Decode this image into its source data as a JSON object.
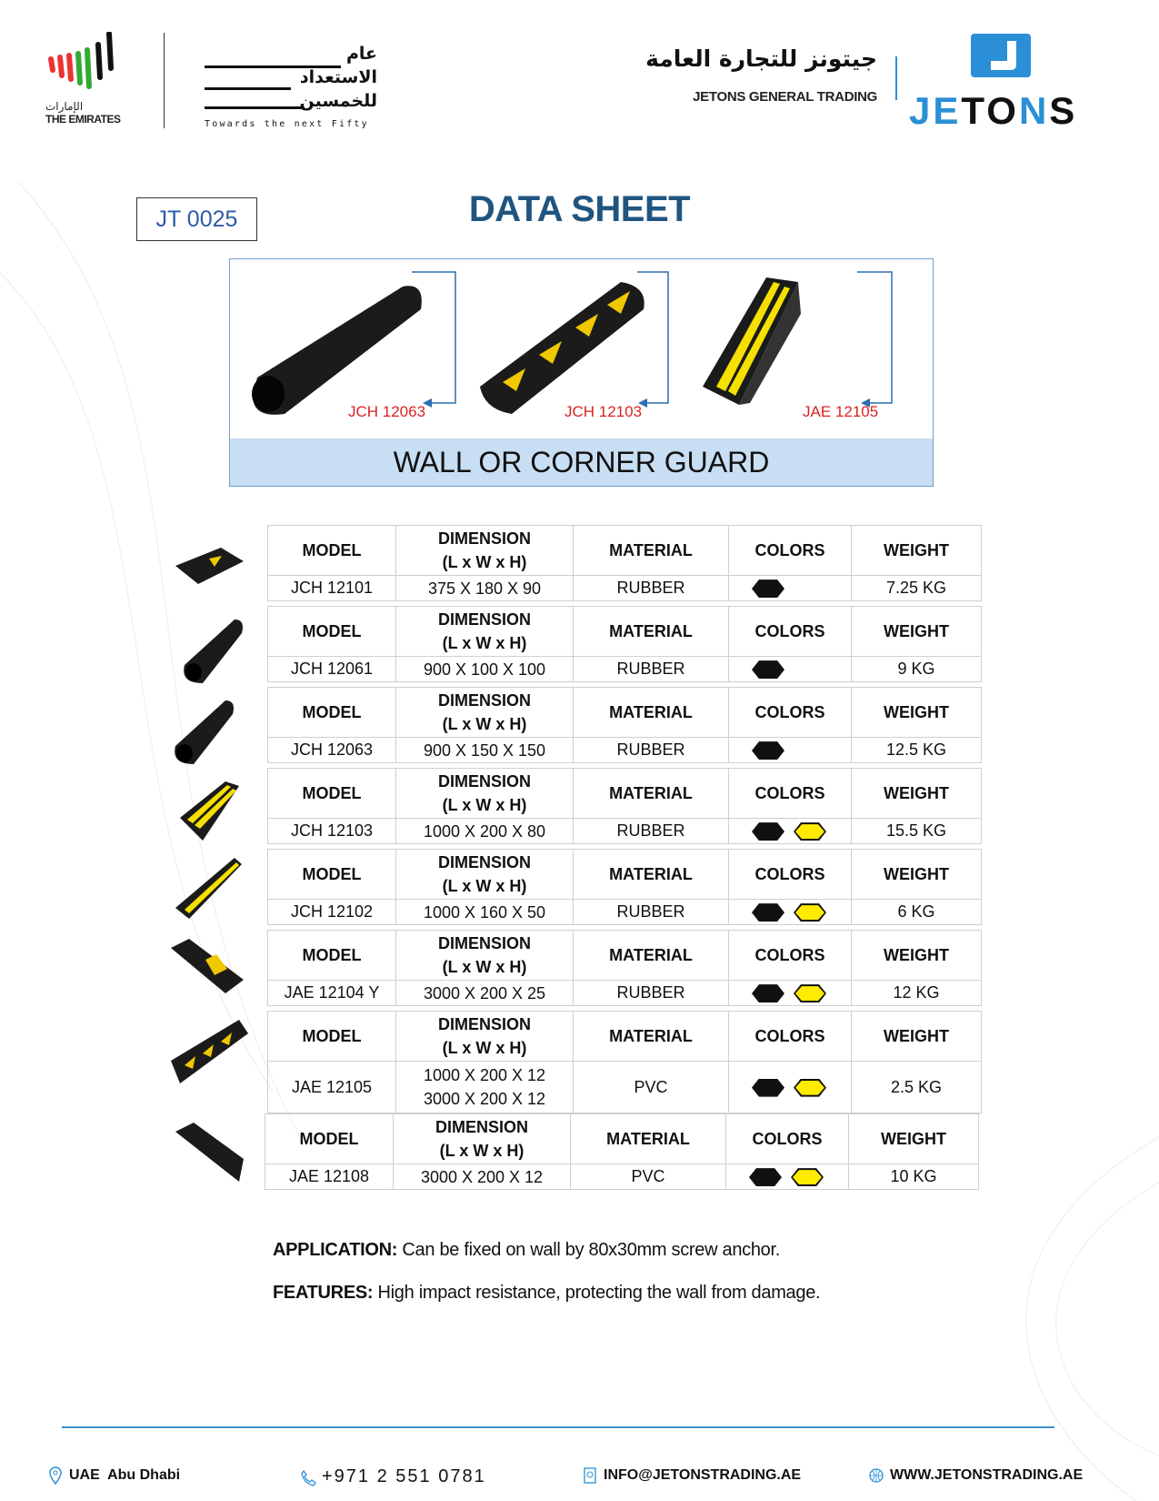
{
  "header": {
    "emirates_arabic": "الإمارات",
    "emirates_en": "THE EMIRATES",
    "slogan_arabic": [
      "عام",
      "الاستعداد",
      "للخمسين"
    ],
    "slogan_en": "Towards the next Fifty",
    "company_arabic": "جيتونز للتجارة العامة",
    "company_en": "JETONS GENERAL TRADING",
    "brand": "JETONS"
  },
  "doc_code": "JT 0025",
  "title": "DATA SHEET",
  "panel": {
    "labels": [
      "JCH 12063",
      "JCH 12103",
      "JAE 12105"
    ],
    "caption": "WALL OR CORNER GUARD"
  },
  "table_headers": {
    "model": "MODEL",
    "dimension": "DIMENSION",
    "dimension_sub": "(L x W x H)",
    "material": "MATERIAL",
    "colors": "COLORS",
    "weight": "WEIGHT"
  },
  "products": [
    {
      "model": "JCH 12101",
      "dimension": [
        "375 X 180 X 90"
      ],
      "material": "RUBBER",
      "colors": [
        "black"
      ],
      "weight": "7.25 KG"
    },
    {
      "model": "JCH 12061",
      "dimension": [
        "900 X 100 X 100"
      ],
      "material": "RUBBER",
      "colors": [
        "black"
      ],
      "weight": "9 KG"
    },
    {
      "model": "JCH 12063",
      "dimension": [
        "900 X 150 X 150"
      ],
      "material": "RUBBER",
      "colors": [
        "black"
      ],
      "weight": "12.5 KG"
    },
    {
      "model": "JCH 12103",
      "dimension": [
        "1000 X 200 X 80"
      ],
      "material": "RUBBER",
      "colors": [
        "black",
        "yellow"
      ],
      "weight": "15.5 KG"
    },
    {
      "model": "JCH 12102",
      "dimension": [
        "1000 X 160 X 50"
      ],
      "material": "RUBBER",
      "colors": [
        "black",
        "yellow"
      ],
      "weight": "6 KG"
    },
    {
      "model": "JAE 12104 Y",
      "dimension": [
        "3000 X 200 X 25"
      ],
      "material": "RUBBER",
      "colors": [
        "black",
        "yellow"
      ],
      "weight": "12 KG"
    },
    {
      "model": "JAE 12105",
      "dimension": [
        "1000 X 200 X 12",
        "3000 X 200 X 12"
      ],
      "material": "PVC",
      "colors": [
        "black",
        "yellow"
      ],
      "weight": "2.5 KG"
    },
    {
      "model": "JAE 12108",
      "dimension": [
        "3000 X 200 X 12"
      ],
      "material": "PVC",
      "colors": [
        "black",
        "yellow"
      ],
      "weight": "10 KG"
    }
  ],
  "application": {
    "label": "APPLICATION:",
    "text": " Can be fixed on wall by 80x30mm screw anchor."
  },
  "features": {
    "label": "FEATURES:",
    "text": " High impact resistance, protecting the wall from damage."
  },
  "footer": {
    "location": "UAE  Abu Dhabi",
    "phone": "+971 2 551 0781",
    "email": "INFO@JETONSTRADING.AE",
    "website": "WWW.JETONSTRADING.AE"
  },
  "colors": {
    "accent": "#1f5580",
    "blue": "#2a8fd6",
    "label_red": "#dd2222",
    "band": "#c7def3"
  }
}
